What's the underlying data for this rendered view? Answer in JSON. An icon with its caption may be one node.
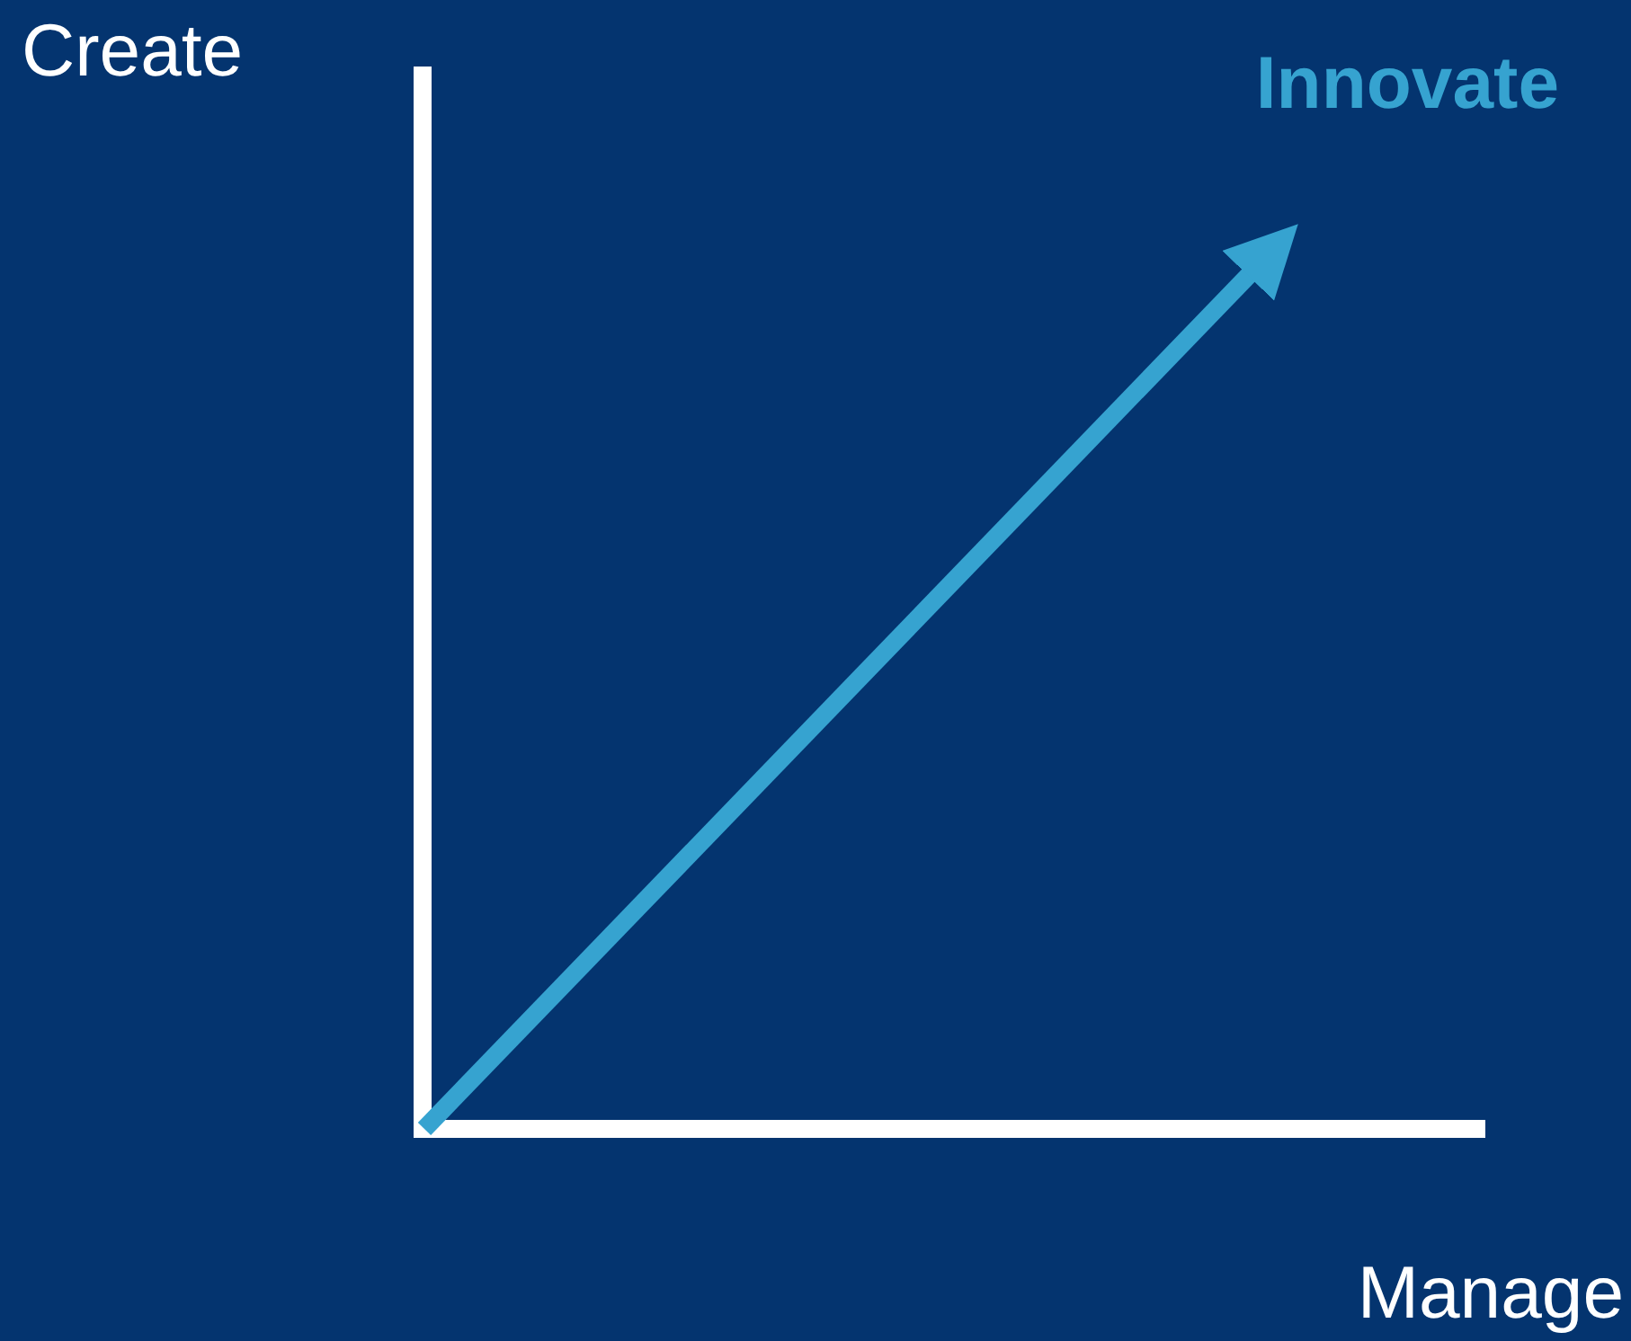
{
  "diagram": {
    "labels": [
      "Create",
      "Innovate",
      "Manage"
    ]
  }
}
